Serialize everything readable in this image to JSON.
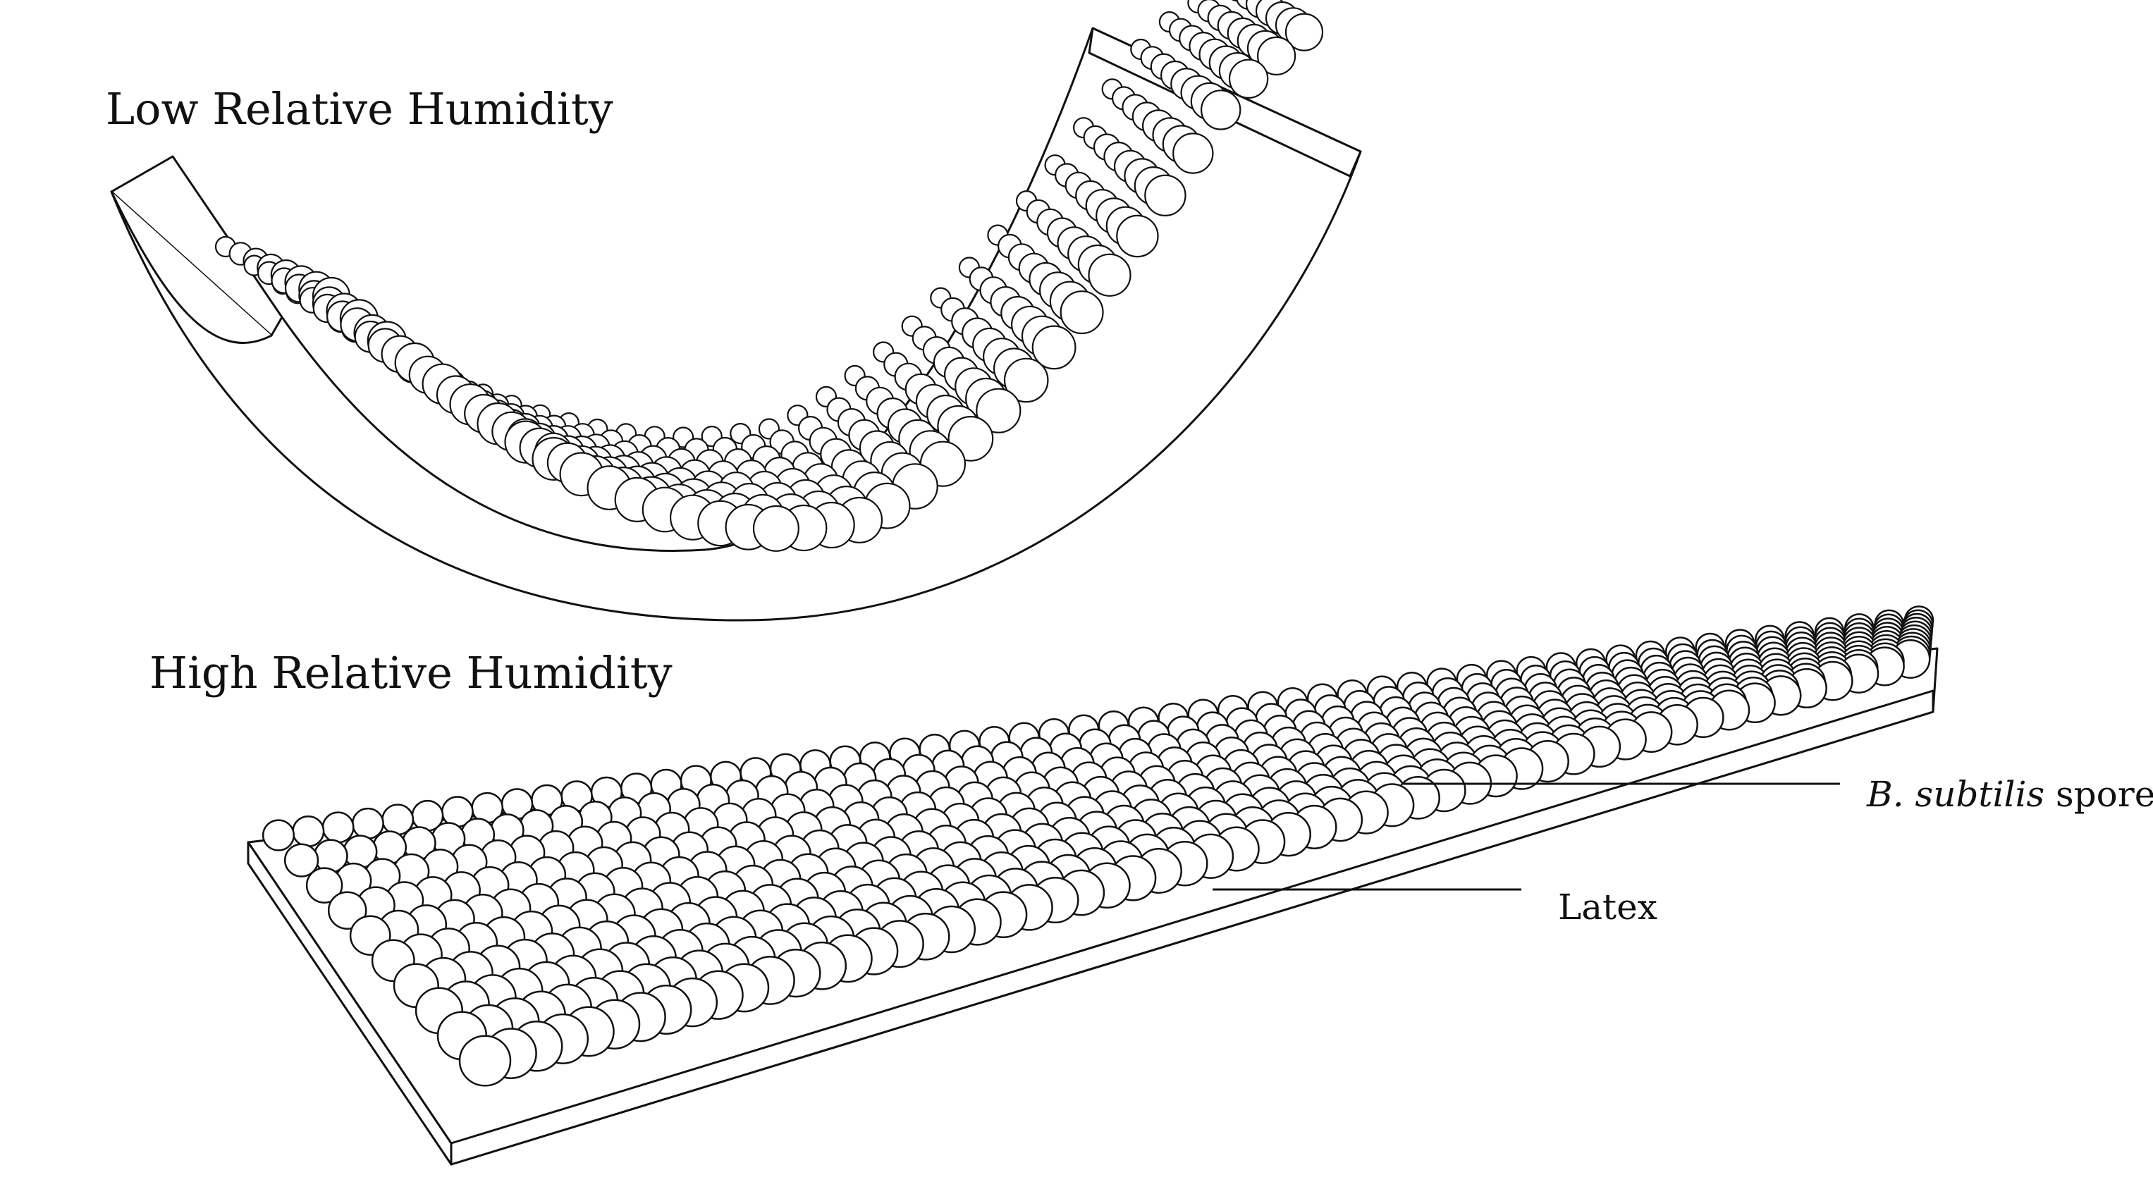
{
  "labels": {
    "low_humidity": "Low Relative Humidity",
    "high_humidity": "High Relative Humidity",
    "spores_italic": "B. subtilis",
    "spores_rest": " spores",
    "latex": "Latex"
  },
  "colors": {
    "stroke": "#111111",
    "fill": "#ffffff",
    "background": "#ffffff"
  }
}
